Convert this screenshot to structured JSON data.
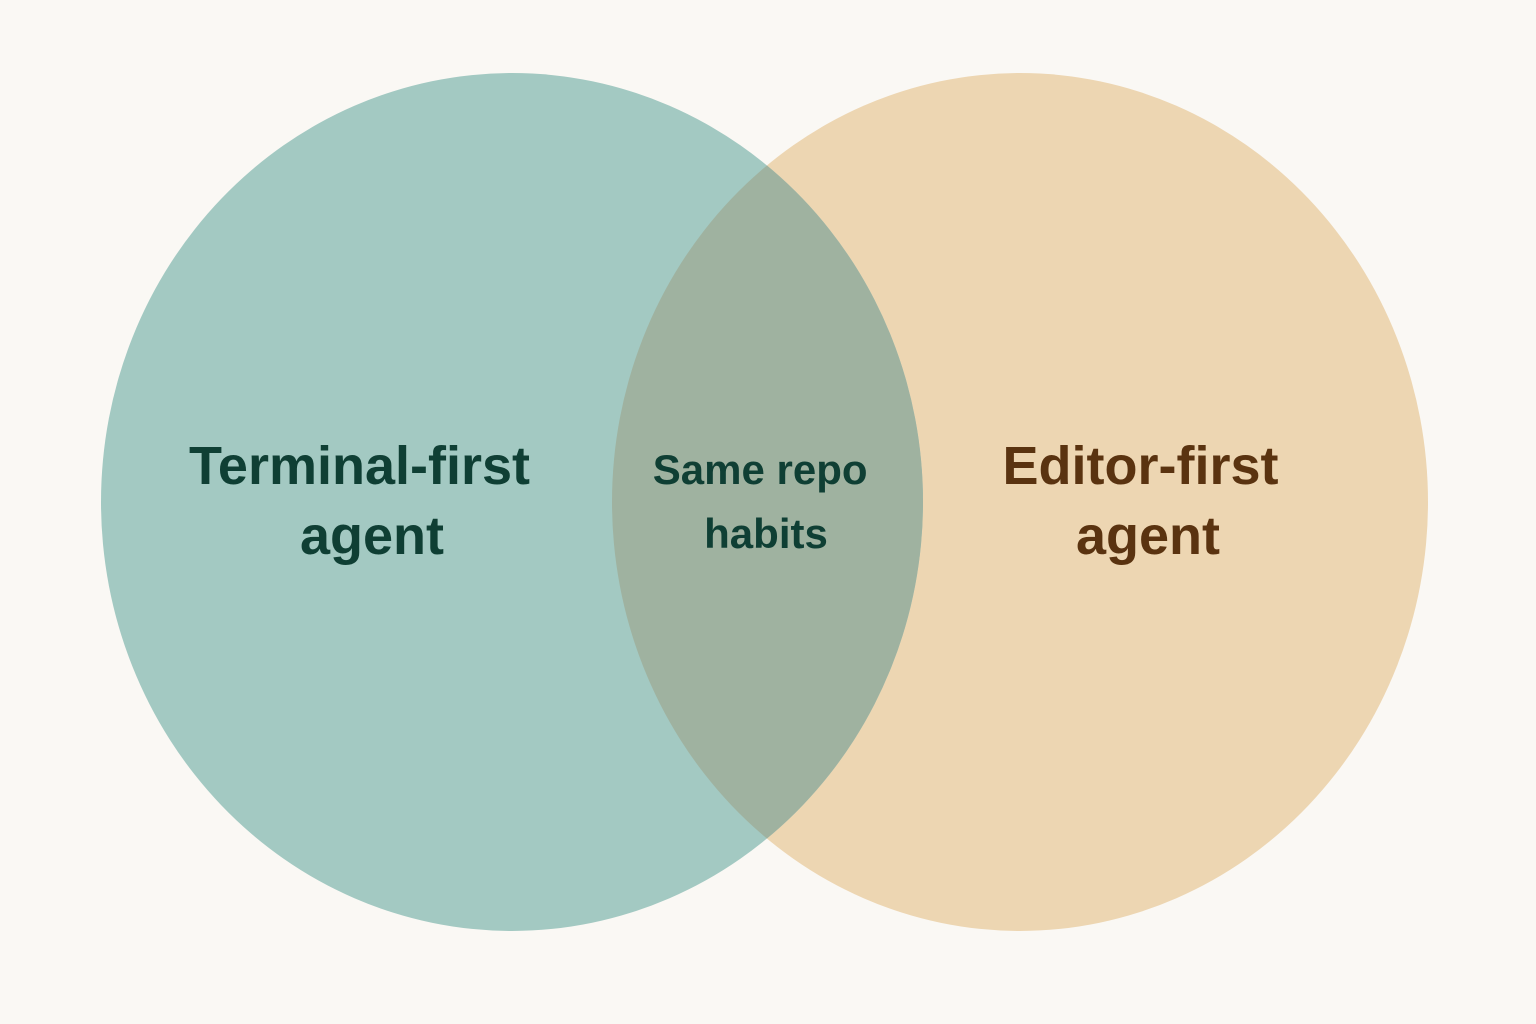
{
  "diagram": {
    "type": "venn",
    "background": "#faf8f4",
    "sets": [
      {
        "id": "left",
        "lines": [
          "Terminal-first",
          "agent"
        ],
        "fill": "#a3c9c2",
        "text_color": "#0f3f34"
      },
      {
        "id": "right",
        "lines": [
          "Editor-first",
          "agent"
        ],
        "fill": "#edd6b2",
        "text_color": "#5a3310"
      }
    ],
    "overlap": {
      "lines": [
        "Same repo",
        "habits"
      ],
      "fill": "#9fb2a0",
      "text_color": "#0f3f34"
    }
  }
}
